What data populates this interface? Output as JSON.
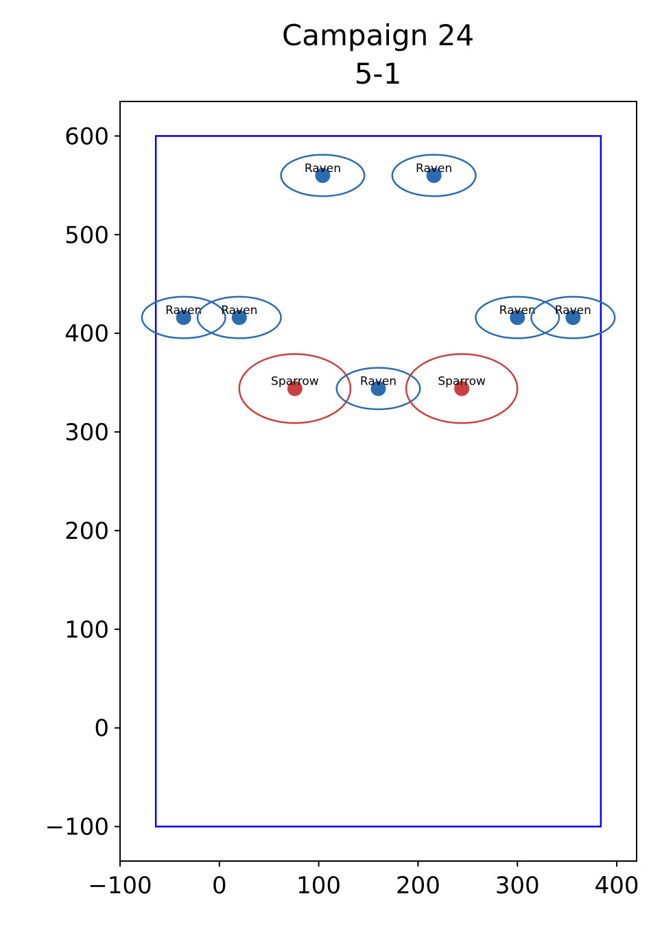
{
  "chart_data": {
    "type": "scatter",
    "title": "Campaign 24",
    "subtitle": "5-1",
    "xlim": [
      -100,
      420
    ],
    "ylim": [
      -135,
      635
    ],
    "x_ticks": [
      -100,
      0,
      100,
      200,
      300,
      400
    ],
    "y_ticks": [
      -100,
      0,
      100,
      200,
      300,
      400,
      500,
      600
    ],
    "x_tick_labels": [
      "−100",
      "0",
      "100",
      "200",
      "300",
      "400"
    ],
    "y_tick_labels": [
      "−100",
      "0",
      "100",
      "200",
      "300",
      "400",
      "500",
      "600"
    ],
    "grid": false,
    "boundary": {
      "x0": -64,
      "x1": 384,
      "y0": -100,
      "y1": 600,
      "color": "#0000ff"
    },
    "colors": {
      "Raven": "#2b6cb0",
      "Sparrow": "#c94040"
    },
    "units": [
      {
        "label": "Raven",
        "x": 104,
        "y": 560,
        "rx": 42,
        "ry": 21
      },
      {
        "label": "Raven",
        "x": 216,
        "y": 560,
        "rx": 42,
        "ry": 21
      },
      {
        "label": "Raven",
        "x": -36,
        "y": 416,
        "rx": 42,
        "ry": 21
      },
      {
        "label": "Raven",
        "x": 20,
        "y": 416,
        "rx": 42,
        "ry": 21
      },
      {
        "label": "Raven",
        "x": 300,
        "y": 416,
        "rx": 42,
        "ry": 21
      },
      {
        "label": "Raven",
        "x": 356,
        "y": 416,
        "rx": 42,
        "ry": 21
      },
      {
        "label": "Sparrow",
        "x": 76,
        "y": 344,
        "rx": 56,
        "ry": 35
      },
      {
        "label": "Raven",
        "x": 160,
        "y": 344,
        "rx": 42,
        "ry": 21
      },
      {
        "label": "Sparrow",
        "x": 244,
        "y": 344,
        "rx": 56,
        "ry": 35
      }
    ]
  }
}
